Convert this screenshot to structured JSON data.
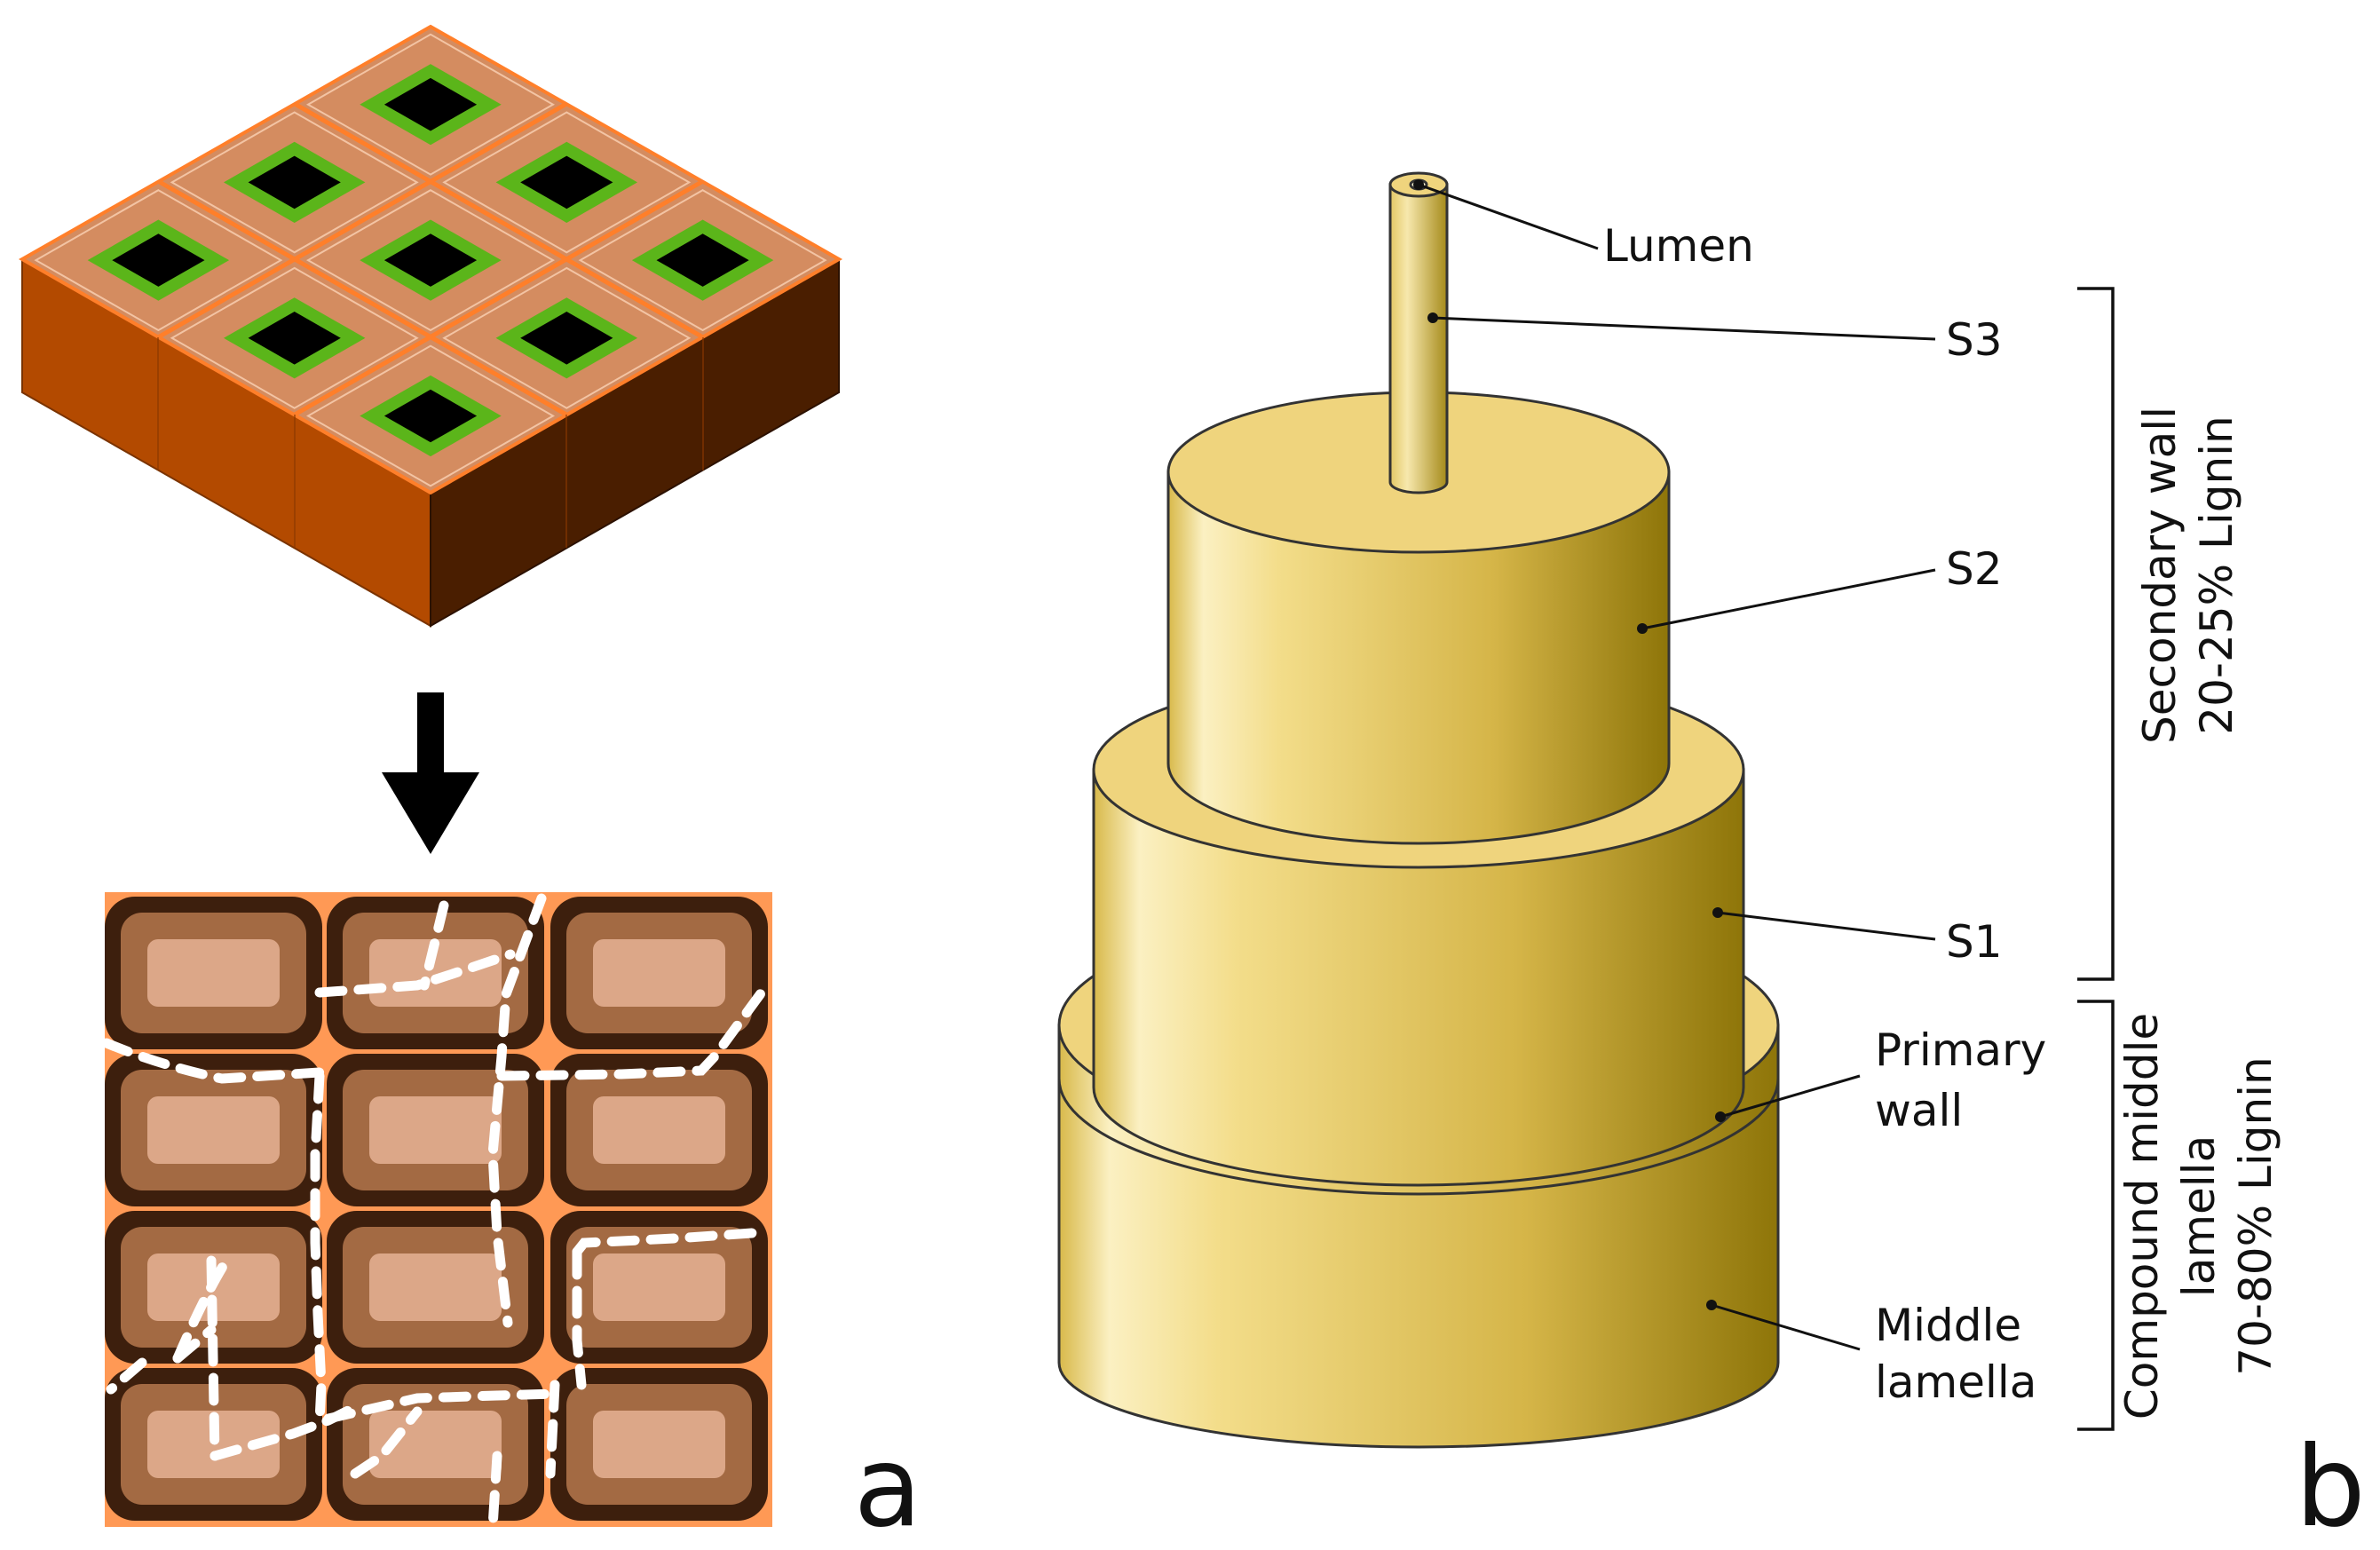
{
  "panel_a": {
    "panel_label": "a",
    "arrow_icon": "down-arrow-icon",
    "colors": {
      "cell_top": "#d48c60",
      "cell_border": "#ff7f2a",
      "lumen": "#000000",
      "secondary_wall": "#5bb51a",
      "block_left": "#b34a00",
      "block_right": "#4a1e00",
      "cross_bg": "#ff9955",
      "cross_outer": "#3d1f0d",
      "cross_mid": "#a36a43",
      "cross_inner": "#dca788",
      "crack": "#ffffff"
    }
  },
  "panel_b": {
    "panel_label": "b",
    "layers": [
      {
        "id": "lumen",
        "label_lines": [
          "Lumen"
        ]
      },
      {
        "id": "s3",
        "label_lines": [
          "S3"
        ]
      },
      {
        "id": "s2",
        "label_lines": [
          "S2"
        ]
      },
      {
        "id": "s1",
        "label_lines": [
          "S1"
        ]
      },
      {
        "id": "primary",
        "label_lines": [
          "Primary",
          "wall"
        ]
      },
      {
        "id": "middle",
        "label_lines": [
          "Middle",
          "lamella"
        ]
      }
    ],
    "brackets": [
      {
        "id": "secondary",
        "label_lines": [
          "Secondary wall",
          "20-25% Lignin"
        ]
      },
      {
        "id": "compound",
        "label_lines": [
          "Compound middle",
          "lamella",
          "70-80% Lignin"
        ]
      }
    ],
    "colors": {
      "cylinder_light": "#f6e4a0",
      "cylinder_dark": "#9a8110",
      "cylinder_top": "#efd47d"
    }
  }
}
